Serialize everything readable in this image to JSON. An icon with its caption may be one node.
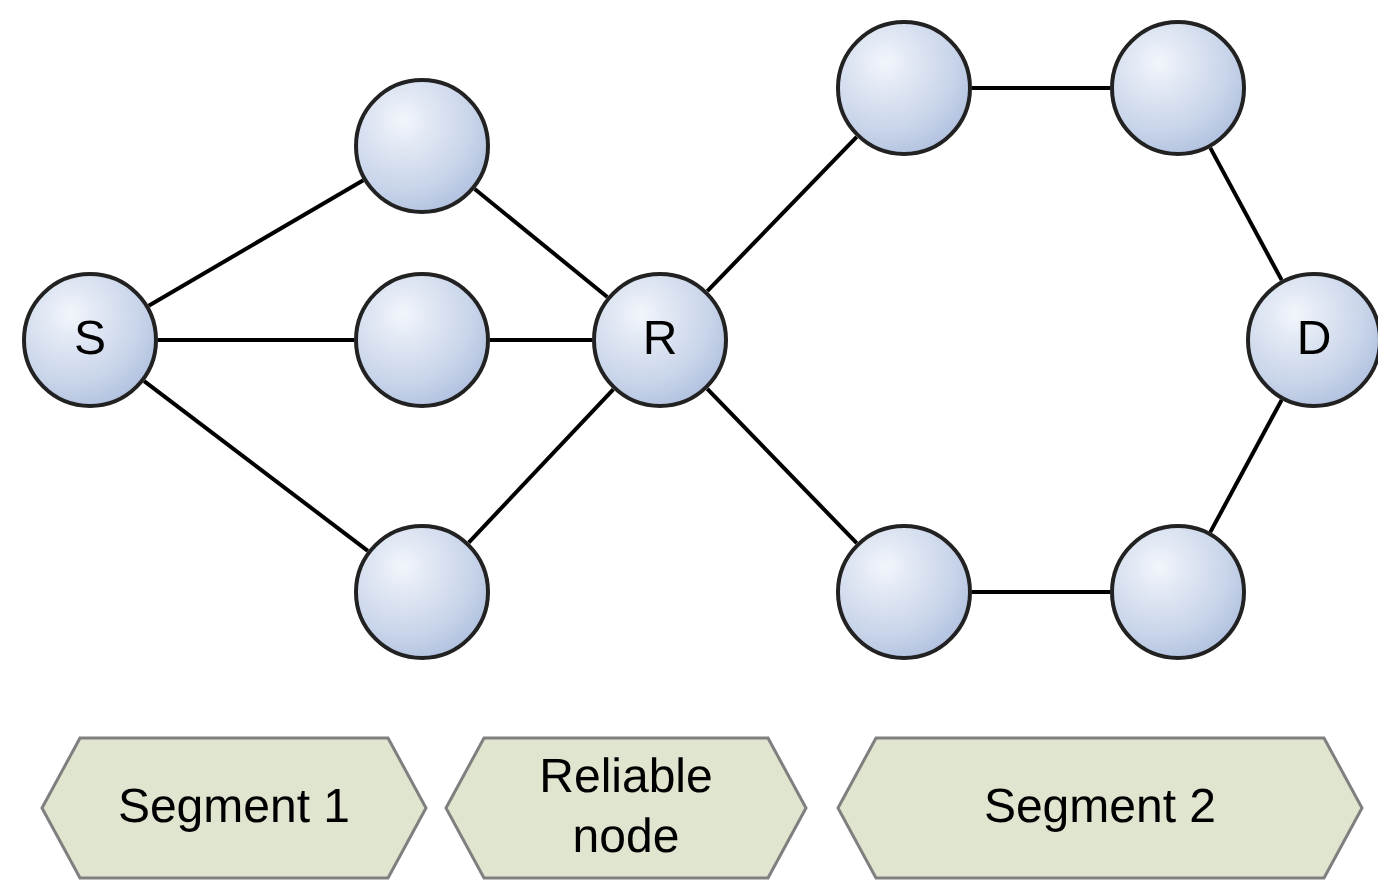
{
  "diagram": {
    "nodes": [
      {
        "text": [
          "S"
        ]
      },
      {
        "text": [],
        "shape": "circle"
      },
      {
        "text": [],
        "shape": "circle"
      },
      {
        "text": [],
        "shape": "circle"
      },
      {
        "text": [
          "R"
        ]
      },
      {
        "text": [],
        "shape": "circle"
      },
      {
        "text": [],
        "shape": "circle"
      },
      {
        "text": [],
        "shape": "circle"
      },
      {
        "text": [],
        "shape": "circle"
      },
      {
        "text": [
          "D"
        ]
      },
      {
        "text": [
          "Segment 1"
        ]
      },
      {
        "text": [
          "Reliable node"
        ]
      },
      {
        "text": [
          "Segment 2"
        ]
      }
    ],
    "edges": [
      {
        "from": 0,
        "to": 1,
        "arrow": "none"
      },
      {
        "from": 0,
        "to": 2,
        "arrow": "none"
      },
      {
        "from": 0,
        "to": 3,
        "arrow": "none"
      },
      {
        "from": 1,
        "to": 4,
        "arrow": "none"
      },
      {
        "from": 2,
        "to": 4,
        "arrow": "none"
      },
      {
        "from": 3,
        "to": 4,
        "arrow": "none"
      },
      {
        "from": 4,
        "to": 5,
        "arrow": "none"
      },
      {
        "from": 5,
        "to": 6,
        "arrow": "none"
      },
      {
        "from": 6,
        "to": 9,
        "arrow": "none"
      },
      {
        "from": 4,
        "to": 7,
        "arrow": "none"
      },
      {
        "from": 7,
        "to": 8,
        "arrow": "none"
      },
      {
        "from": 8,
        "to": 9,
        "arrow": "none"
      }
    ]
  }
}
